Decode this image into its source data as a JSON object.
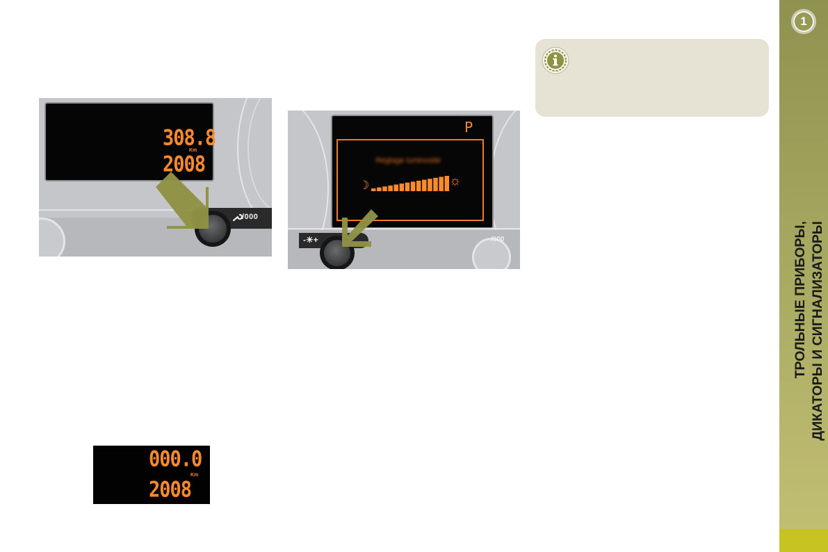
{
  "sidebar": {
    "chapter_number": "1",
    "title_line1": "ТРОЛЬНЫЕ ПРИБОРЫ,",
    "title_line2": "ДИКАТОРЫ И СИГНАЛИЗАТОРЫ"
  },
  "figure1": {
    "trip_reading": "308.8",
    "unit": "Km",
    "odometer_reading": "2008",
    "button_label": "/000"
  },
  "figure2": {
    "gear_indicator": "P",
    "menu_title": "Réglage luminosité",
    "brightness_segments": 14,
    "button_label": "-☀+",
    "right_button_label": "/000"
  },
  "figure3": {
    "trip_reading": "000.0",
    "unit": "Km",
    "odometer_reading": "2008"
  },
  "colors": {
    "sidebar": "#a1a35c",
    "page_tab": "#c6c323",
    "note_box": "#e6e3d5",
    "display_orange": "#ff8a2c",
    "arrow": "#8f9244"
  },
  "icons": {
    "info": "info-icon",
    "wrench": "wrench-icon",
    "moon": "moon-icon",
    "sun": "sun-icon"
  }
}
